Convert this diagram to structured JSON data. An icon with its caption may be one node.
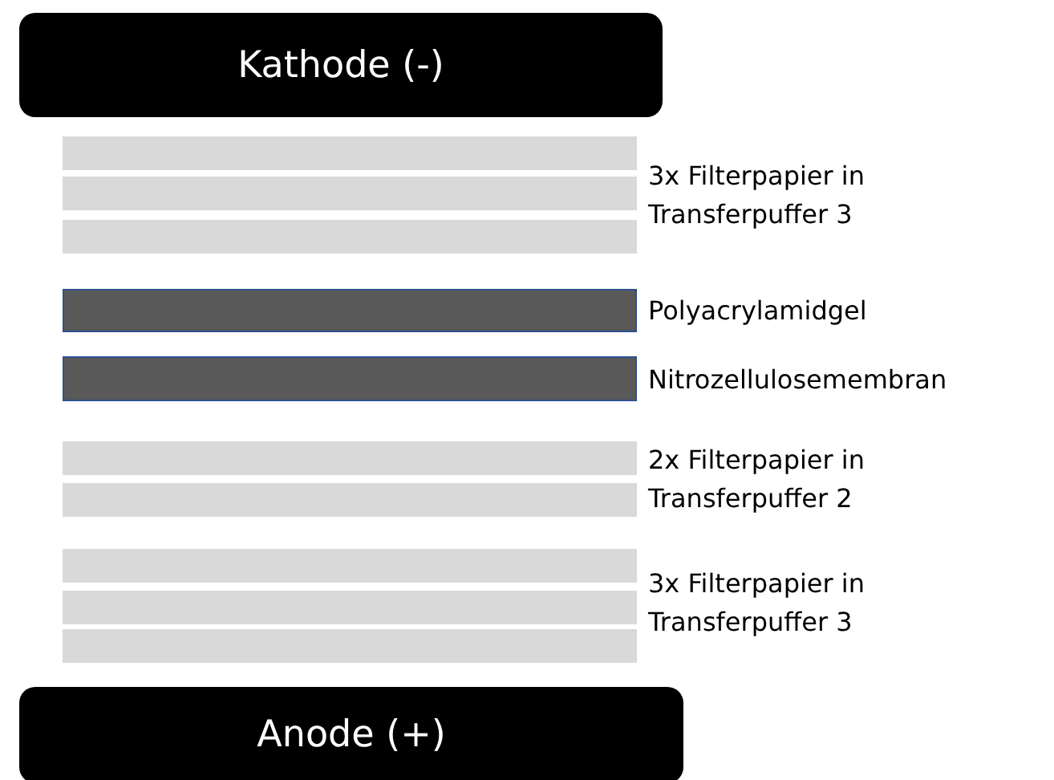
{
  "diagram": {
    "nodes": [
      {
        "text": [
          "Kathode (-)"
        ]
      },
      {
        "text": [],
        "shape": "bar"
      },
      {
        "text": [],
        "shape": "bar"
      },
      {
        "text": [],
        "shape": "bar"
      },
      {
        "text": [],
        "shape": "bar"
      },
      {
        "text": [],
        "shape": "bar"
      },
      {
        "text": [],
        "shape": "bar"
      },
      {
        "text": [],
        "shape": "bar"
      },
      {
        "text": [],
        "shape": "bar"
      },
      {
        "text": [],
        "shape": "bar"
      },
      {
        "text": [],
        "shape": "bar"
      },
      {
        "text": [
          "Anode (+)"
        ]
      }
    ],
    "edges": [],
    "labels": [
      "3x Filterpapier in Transferpuffer 3",
      "Polyacrylamidgel",
      "Nitrozellulosemembran",
      "2x Filterpapier in Transferpuffer 2",
      "3x Filterpapier in Transferpuffer 3"
    ]
  }
}
